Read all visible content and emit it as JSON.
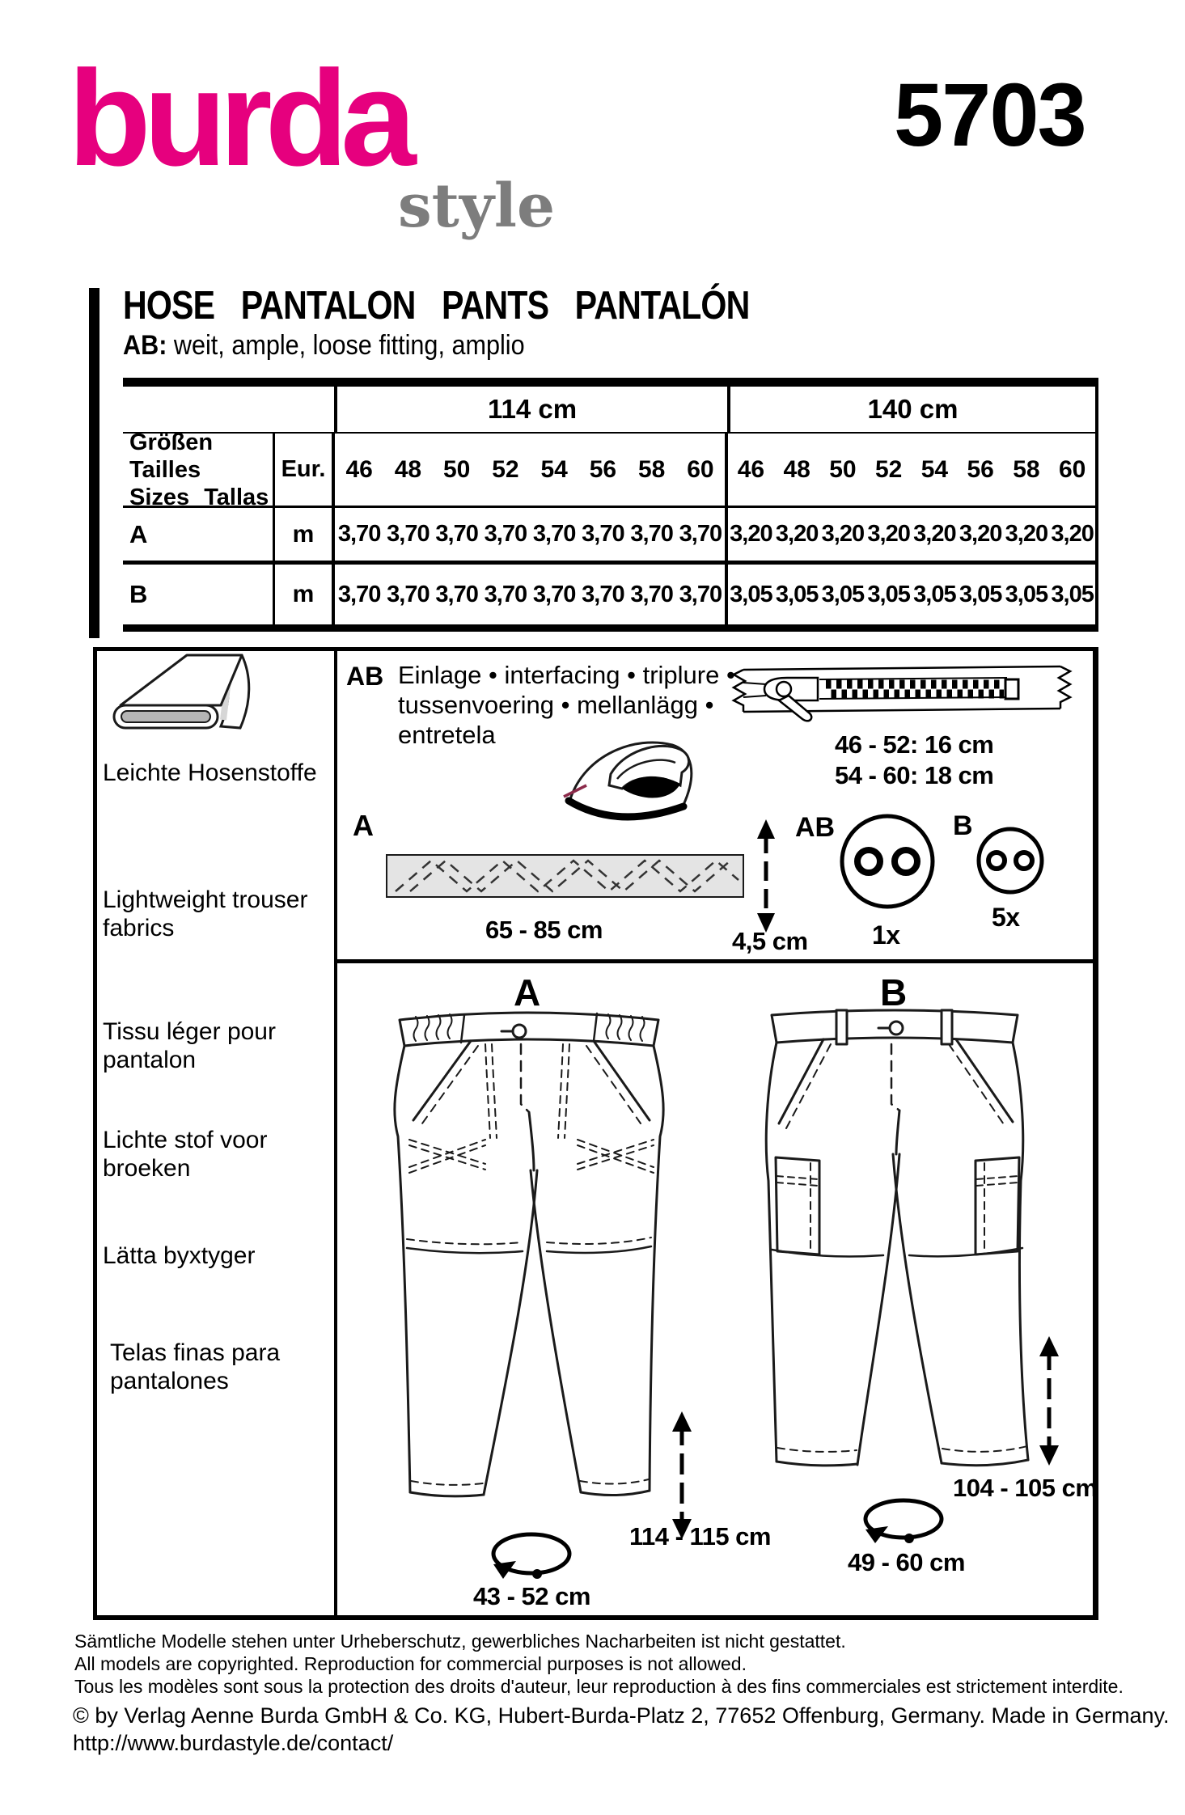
{
  "brand": {
    "logo_main": "burda",
    "logo_sub": "style",
    "pattern_number": "5703",
    "brand_pink": "#E6007E",
    "logo_gray": "#7d7d7d"
  },
  "title": {
    "heading": "HOSE PANTALON PANTS PANTALÓN",
    "variants_label": "AB:",
    "variants_text": " weit, ample, loose fitting, amplio"
  },
  "fabric_table": {
    "width_headers": [
      "114 cm",
      "140 cm"
    ],
    "sizes_label_line1": "Größen Tailles",
    "sizes_label_line2": "Sizes Tallas",
    "eur_label": "Eur.",
    "sizes": [
      "46",
      "48",
      "50",
      "52",
      "54",
      "56",
      "58",
      "60"
    ],
    "rows": [
      {
        "label": "A",
        "unit": "m",
        "values_114": [
          "3,70",
          "3,70",
          "3,70",
          "3,70",
          "3,70",
          "3,70",
          "3,70",
          "3,70"
        ],
        "values_140": [
          "3,20",
          "3,20",
          "3,20",
          "3,20",
          "3,20",
          "3,20",
          "3,20",
          "3,20"
        ]
      },
      {
        "label": "B",
        "unit": "m",
        "values_114": [
          "3,70",
          "3,70",
          "3,70",
          "3,70",
          "3,70",
          "3,70",
          "3,70",
          "3,70"
        ],
        "values_140": [
          "3,05",
          "3,05",
          "3,05",
          "3,05",
          "3,05",
          "3,05",
          "3,05",
          "3,05"
        ]
      }
    ]
  },
  "fabric_column": {
    "items": [
      "Leichte Hosenstoffe",
      "Lightweight trouser fabrics",
      "Tissu léger pour pantalon",
      "Lichte stof voor broeken",
      "Lätta byxtyger",
      "Telas finas para pantalones"
    ]
  },
  "notions": {
    "ab_label": "AB",
    "interfacing_lines": [
      "Einlage • interfacing • triplure •",
      "tussenvoering • mellanlägg •",
      "entretela"
    ],
    "zipper_size_1": "46 - 52: 16 cm",
    "zipper_size_2": "54 - 60: 18 cm",
    "interfacing_view_label": "A",
    "interfacing_width": "65 - 85 cm",
    "interfacing_height": "4,5 cm",
    "button_ab_label": "AB",
    "button_ab_qty": "1x",
    "button_b_label": "B",
    "button_b_qty": "5x"
  },
  "views": {
    "a_label": "A",
    "b_label": "B",
    "a_back_length": "114 - 115 cm",
    "a_hem_width": "43 - 52 cm",
    "b_back_length": "104 - 105 cm",
    "b_hem_width": "49 - 60 cm"
  },
  "footer": {
    "line_de": "Sämtliche Modelle stehen unter Urheberschutz, gewerbliches Nacharbeiten ist nicht gestattet.",
    "line_en": "All models are copyrighted. Reproduction for commercial purposes is not allowed.",
    "line_fr": "Tous les modèles sont sous la protection des droits d'auteur, leur reproduction à des fins commerciales est strictement interdite.",
    "copyright": "© by Verlag Aenne Burda GmbH & Co. KG, Hubert-Burda-Platz 2, 77652 Offenburg, Germany. Made in Germany.",
    "url": "http://www.burdastyle.de/contact/"
  }
}
